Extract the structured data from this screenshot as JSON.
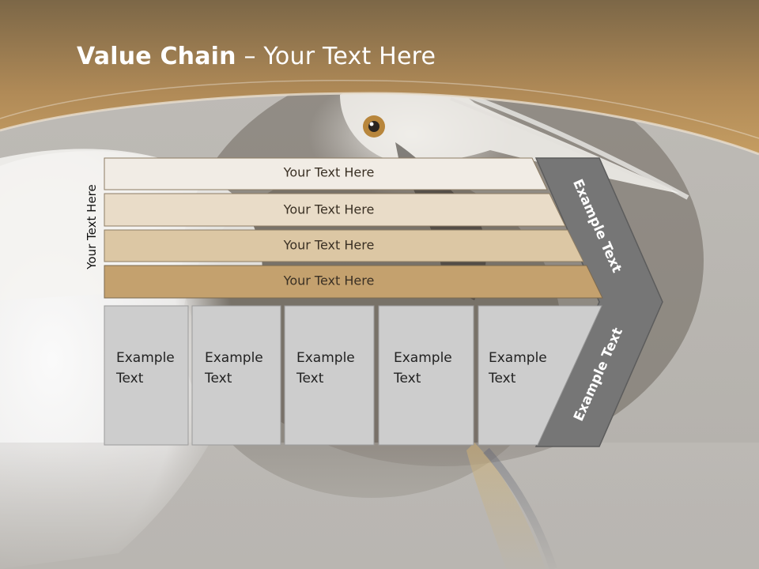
{
  "slide": {
    "title_bold": "Value Chain",
    "title_rest": " – Your Text Here",
    "side_label": "Your Text Here",
    "bars": [
      {
        "label": "Your Text Here"
      },
      {
        "label": "Your Text Here"
      },
      {
        "label": "Your Text Here"
      },
      {
        "label": "Your Text Here"
      }
    ],
    "columns": [
      {
        "label_line1": "Example",
        "label_line2": "Text"
      },
      {
        "label_line1": "Example",
        "label_line2": "Text"
      },
      {
        "label_line1": "Example",
        "label_line2": "Text"
      },
      {
        "label_line1": "Example",
        "label_line2": "Text"
      },
      {
        "label_line1": "Example",
        "label_line2": "Text"
      }
    ],
    "chevron_upper_text": "Example Text",
    "chevron_lower_text": "Example Text"
  },
  "colors": {
    "header_dark": "#7c6747",
    "header_light": "#c59d62",
    "bar_1": "#f1ece5",
    "bar_2": "#e9dcc8",
    "bar_3": "#dcc7a4",
    "bar_4": "#c4a16e",
    "column_fill": "#cdcdcd",
    "chevron_fill": "#767676"
  }
}
